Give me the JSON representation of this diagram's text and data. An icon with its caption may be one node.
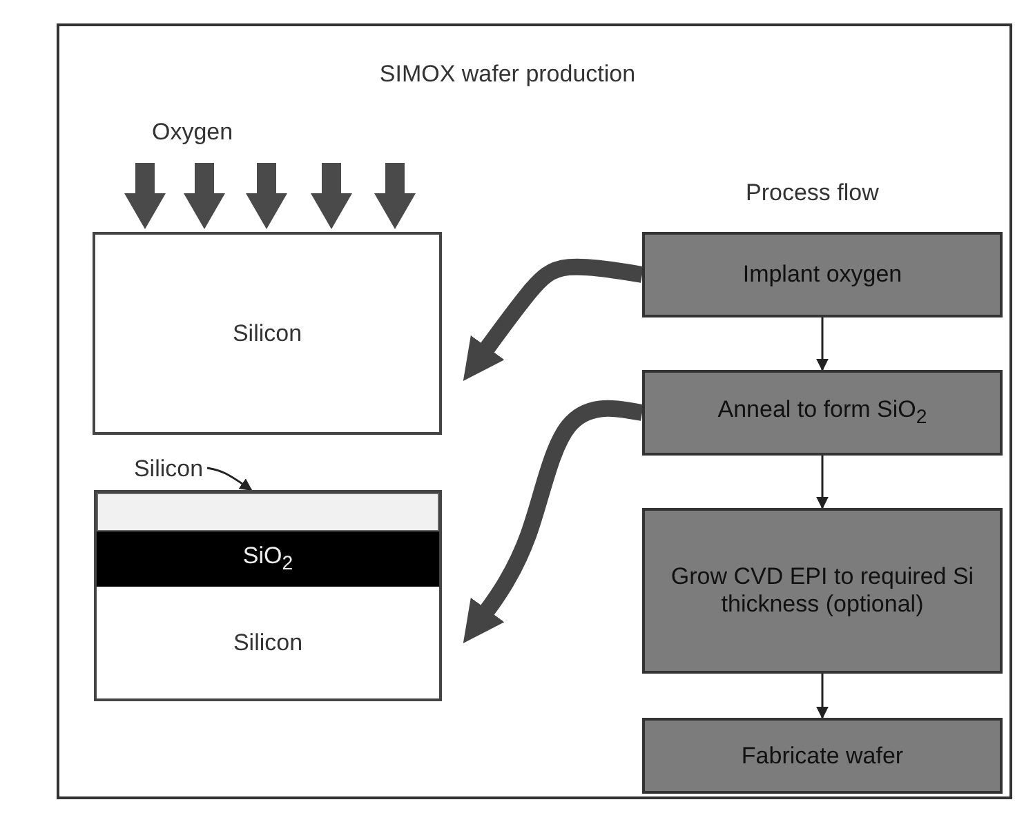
{
  "diagram": {
    "title": "SIMOX wafer production",
    "nodes": [
      {
        "text": [
          "Silicon"
        ]
      },
      {
        "text": [],
        "shape": "box"
      },
      {
        "text": [],
        "shape": "box",
        "in": 1
      },
      {
        "text": [
          "SiO$_{2}$"
        ],
        "in": 1
      },
      {
        "text": [
          "Silicon"
        ],
        "in": 1
      },
      {
        "text": [
          "Silicon"
        ]
      },
      {
        "text": [
          "Implant oxygen"
        ]
      },
      {
        "text": [
          "Anneal to form SiO$_{2}$"
        ]
      },
      {
        "text": [
          "Grow CVD EPI to required Si thickness (optional)"
        ]
      },
      {
        "text": [
          "Fabricate wafer"
        ]
      }
    ],
    "edges": [
      {
        "from": 5,
        "to": 2,
        "arrow": "to"
      },
      {
        "from": 6,
        "to": 7,
        "arrow": "to"
      },
      {
        "from": 7,
        "to": 8,
        "arrow": "to"
      },
      {
        "from": 8,
        "to": 9,
        "arrow": "to"
      },
      {
        "from": 6,
        "to": 0,
        "arrow": "to",
        "style": "thick"
      },
      {
        "from": 7,
        "to": 1,
        "arrow": "to",
        "style": "thick"
      }
    ],
    "labels": [
      "Oxygen",
      "Process flow"
    ]
  }
}
